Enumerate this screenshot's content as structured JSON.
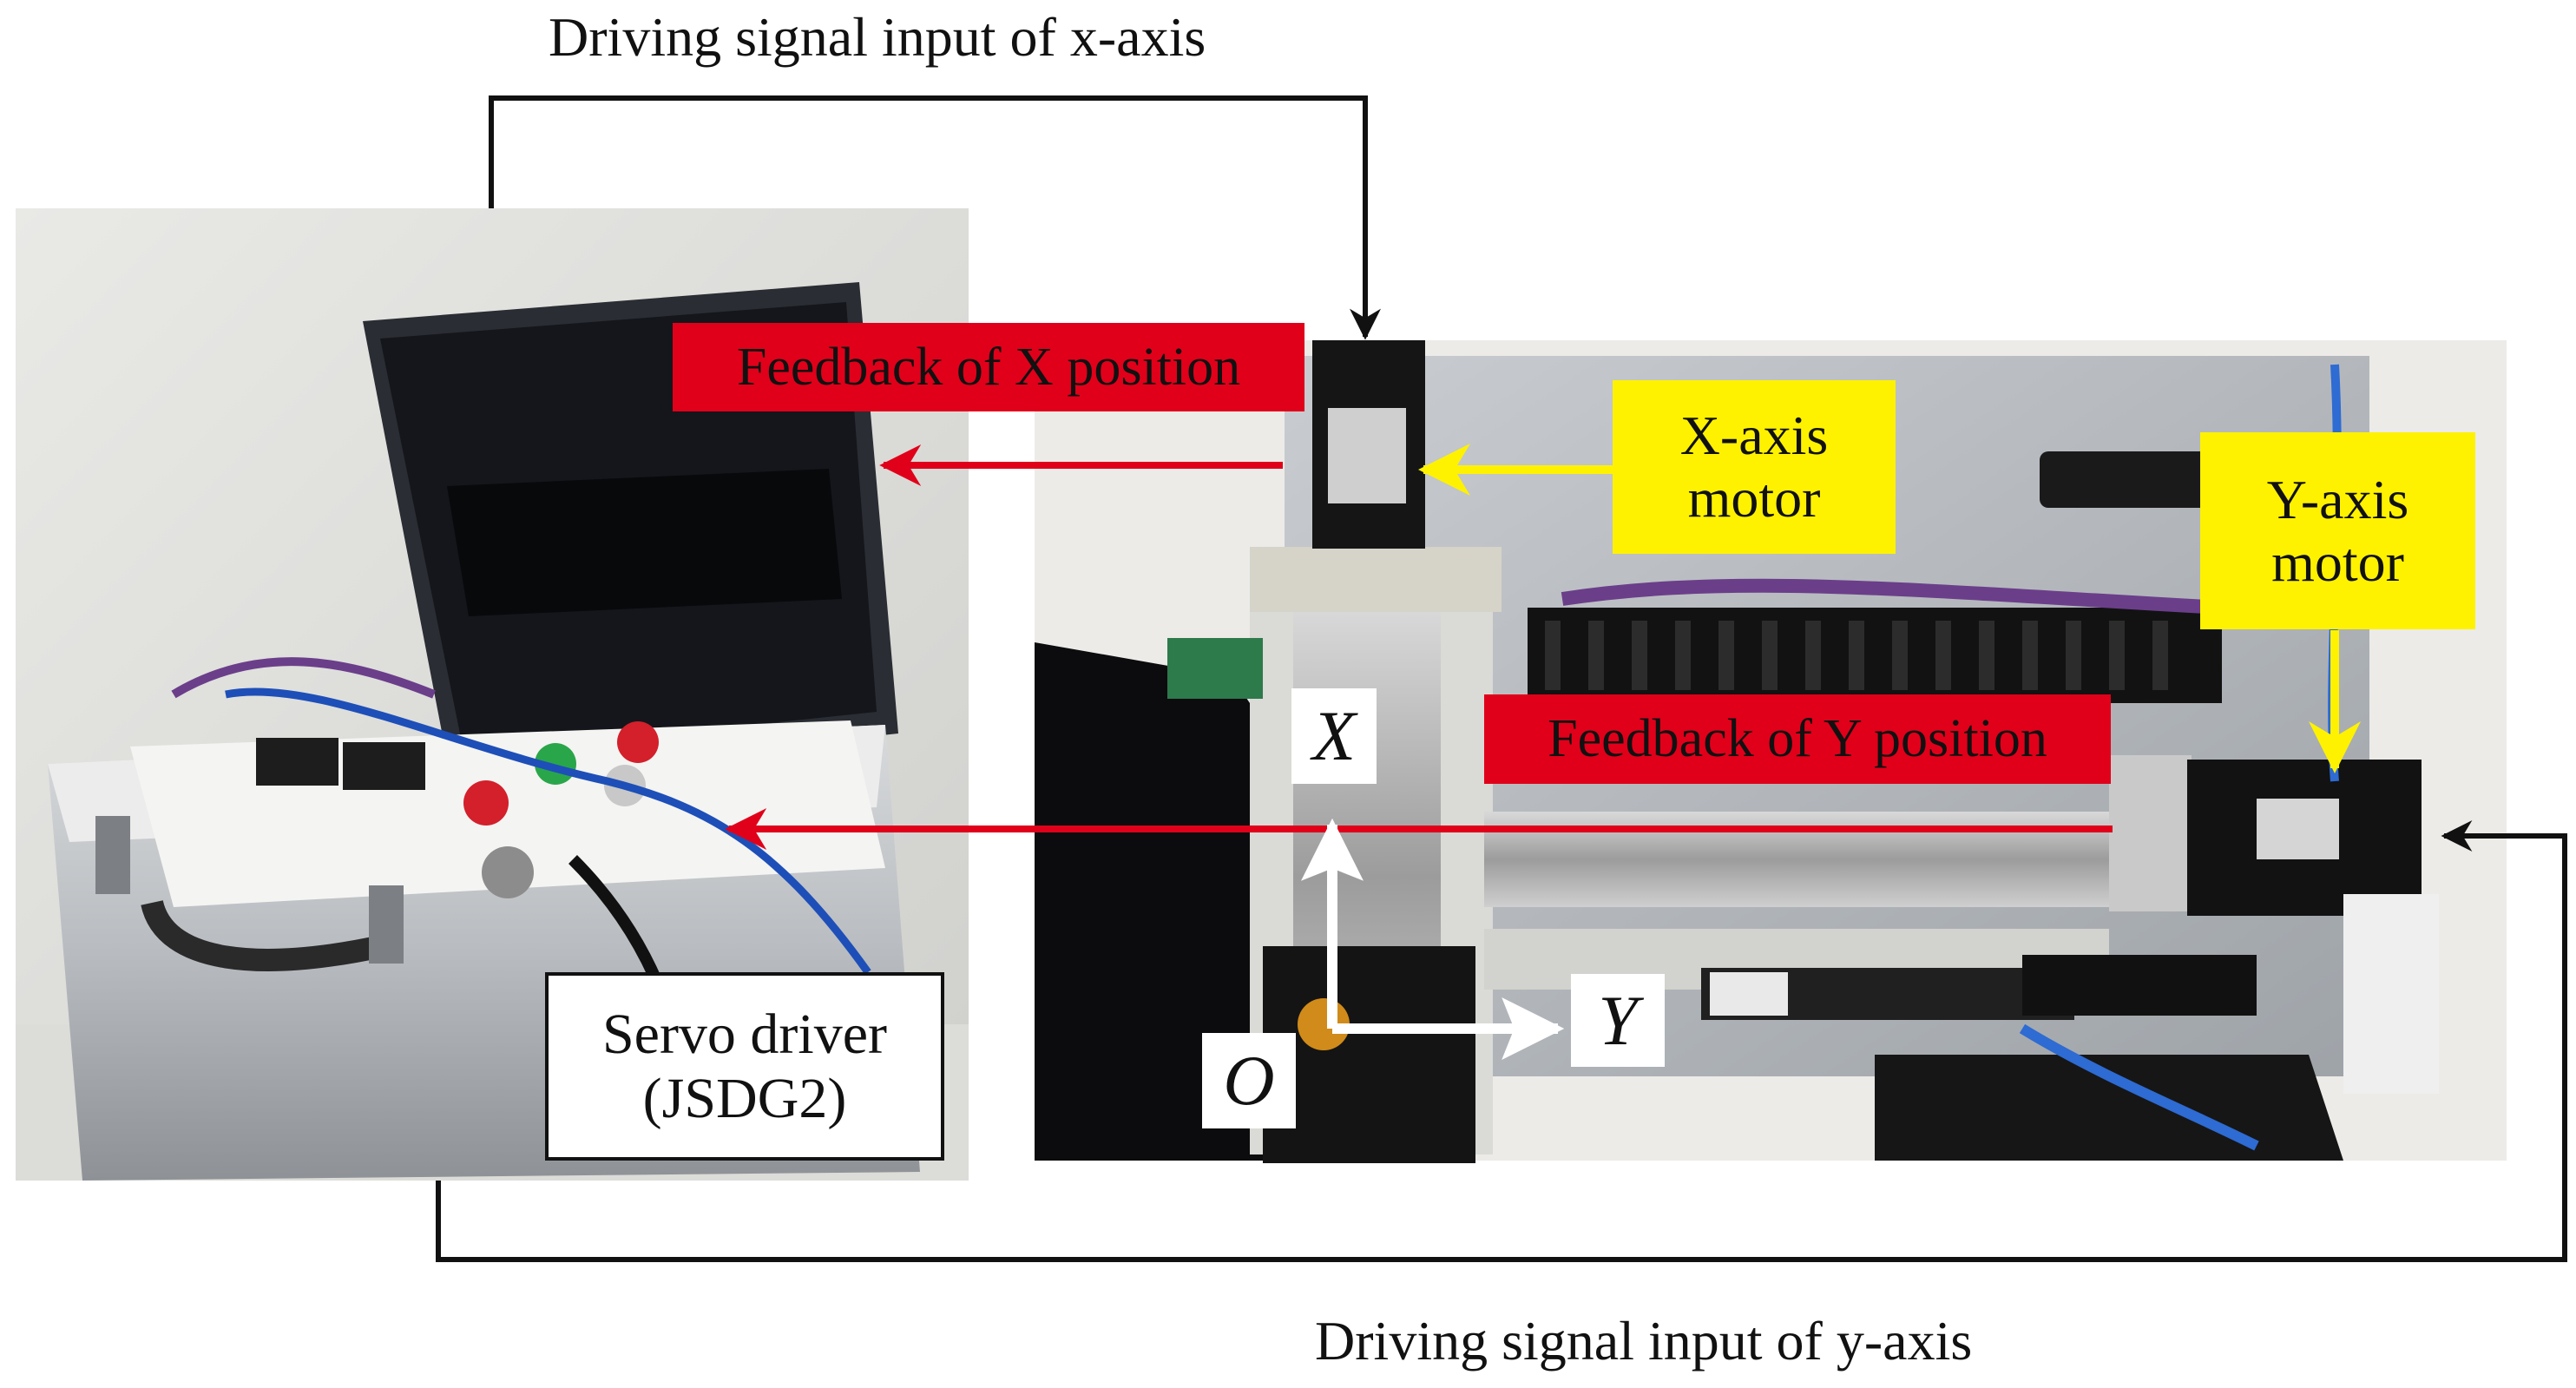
{
  "labels": {
    "x_drive": "Driving signal input of x-axis",
    "y_drive": "Driving signal input of y-axis",
    "feedback_x": "Feedback of X position",
    "feedback_y": "Feedback of Y position",
    "x_motor_line1": "X-axis",
    "x_motor_line2": "motor",
    "y_motor_line1": "Y-axis",
    "y_motor_line2": "motor",
    "servo_line1": "Servo driver",
    "servo_line2": "(JSDG2)",
    "axis_x": "X",
    "axis_y": "Y",
    "axis_o": "O"
  },
  "colors": {
    "feedback_red": "#e0001a",
    "motor_yellow": "#fff200",
    "line_black": "#111111"
  }
}
